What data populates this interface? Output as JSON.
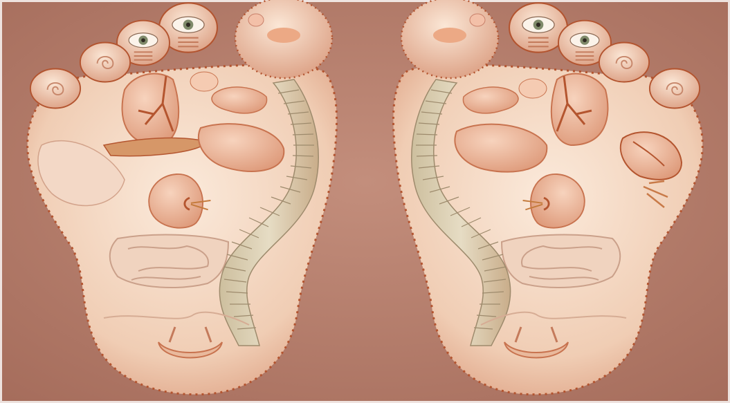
{
  "image": {
    "subject": "foot-reflexology-chart",
    "caption": "",
    "colors": {
      "background": "#b98371",
      "background_edge": "#a56c5b",
      "skin": "#f2d5bf",
      "skin_shadow": "#d89b7e",
      "outline": "#b3542f",
      "organ": "#eab49a",
      "organ_dark": "#c8734f",
      "spine": "#d7c4a3",
      "spine_line": "#9d8a6c",
      "eye_iris": "#7f8a6a",
      "highlight": "#fff5ea"
    },
    "icons": [
      "left-foot",
      "right-foot",
      "toe-eye",
      "brain-spiral",
      "spine",
      "lung",
      "heart",
      "stomach",
      "kidney",
      "intestines",
      "bladder",
      "sinus-nose"
    ]
  }
}
